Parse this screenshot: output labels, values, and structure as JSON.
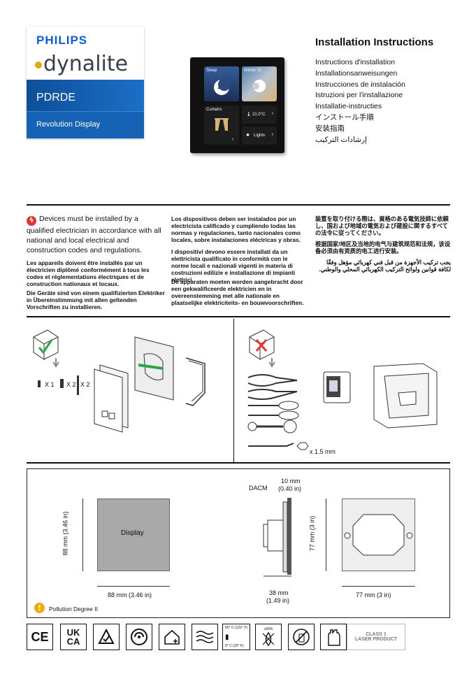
{
  "brand": {
    "company": "PHILIPS",
    "product_line": "dynalite",
    "model": "PDRDE",
    "product_name": "Revolution Display"
  },
  "device_screen": {
    "tiles": [
      "Sleep",
      "Winter UI",
      "Curtains",
      "21.0°C",
      "Lights"
    ]
  },
  "instructions": {
    "title": "Installation Instructions",
    "languages": [
      "Instructions d'installation",
      "Installationsanweisungen",
      "Instrucciones de instalación",
      "Istruzioni per l'installazione",
      "Installatie-instructies",
      "インストール手順",
      "安装指南",
      "إرشادات التركيب"
    ]
  },
  "warnings": {
    "en": "Devices must be installed by a qualified electrician in accordance with all national and local electrical and construction codes and regulations.",
    "fr": "Les appareils doivent être installés par un électricien diplômé conformément à tous les codes et réglementations électriques et de construction nationaux et locaux.",
    "de": "Die Geräte sind von einem qualifizierten Elektriker in Übereinstimmung mit allen geltenden Vorschriften zu installieren.",
    "es": "Los dispositivos deben ser instalados por un electricista calificado y cumpliendo todas las normas y regulaciones, tanto nacionales como locales, sobre instalaciones eléctricas y obras.",
    "it": "I dispositivi devono essere installati da un elettricista qualificato in conformità con le norme locali e nazionali vigenti in materia di costruzioni edilizie e installazione di impianti elettrici.",
    "nl": "De apparaten moeten worden aangebracht door een gekwalificeerde elektricien en in overeenstemming met alle nationale en plaatselijke elektriciteits- en bouwvoorschriften.",
    "ja": "装置を取り付ける際は、資格のある電気技師に依頼し、国および地域の電気および建設に関するすべての法令に従ってください。",
    "zh": "根据国家/地区及当地的电气与建筑规范和法规，该设备必须由有资质的电工进行安装。",
    "ar": "يجب تركيب الأجهزة من قبل فني كهربائي مؤهل وفقًا لكافة قوانين ولوائح التركيب الكهربائي المحلي والوطني."
  },
  "parts": {
    "qty1": "X 1",
    "qty2": "X 2",
    "qty3": "X 2",
    "hex_size": "x 1.5 mm"
  },
  "dimensions": {
    "display_label": "Display",
    "height": "88 mm (3.46 in)",
    "width": "88 mm (3.46 in)",
    "dacm": "DACM",
    "depth_top": "10 mm",
    "depth_top_in": "(0.40 in)",
    "depth_bottom": "38 mm",
    "depth_bottom_in": "(1.49 in)",
    "box_height": "77 mm (3 in)",
    "box_width": "77 mm (3 in)",
    "pollution": "Pollution Degree II"
  },
  "certifications": {
    "ce": "CE",
    "ukca1": "UK",
    "ukca2": "CA",
    "temp_high": "50° C (122° F)",
    "temp_low": "0° C (32° F)",
    "humidity": "≤90%",
    "laser1": "CLASS 1",
    "laser2": "LASER PRODUCT"
  }
}
